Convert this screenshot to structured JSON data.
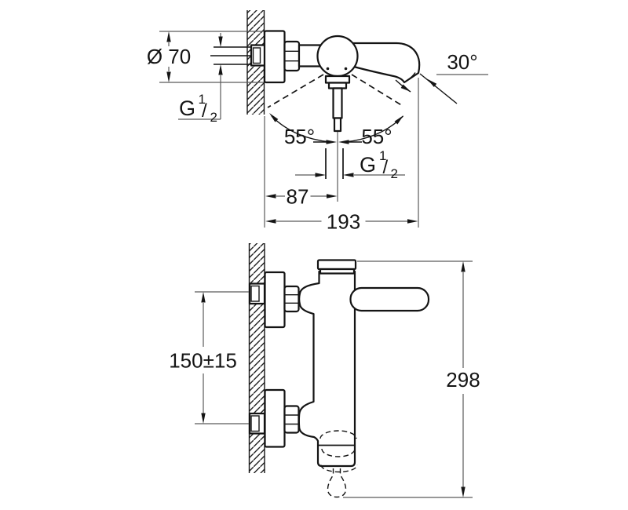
{
  "drawing": {
    "top_view": {
      "diameter": "Ø 70",
      "spout_angle": "30°",
      "lever_angle_left": "55°",
      "lever_angle_right": "55°",
      "wall_offset": "87",
      "projection": "193"
    },
    "front_view": {
      "inlet_spacing": "150±15",
      "height": "298"
    },
    "thread_label": {
      "base": "G",
      "numerator": "1",
      "separator": "/",
      "denominator": "2"
    }
  }
}
